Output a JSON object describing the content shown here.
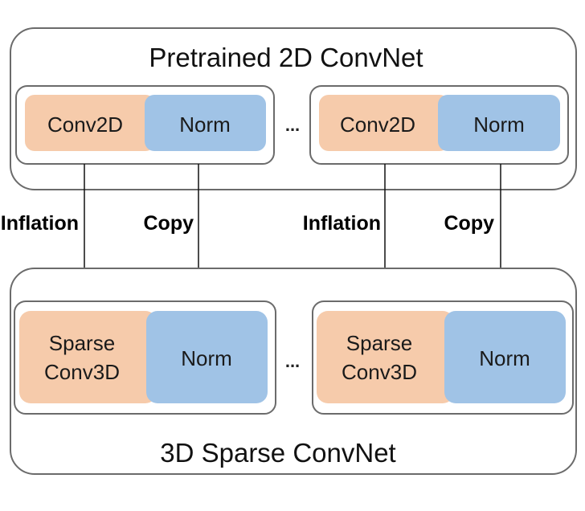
{
  "top_network": {
    "title": "Pretrained 2D ConvNet",
    "blocks": [
      {
        "conv_label": "Conv2D",
        "norm_label": "Norm"
      },
      {
        "conv_label": "Conv2D",
        "norm_label": "Norm"
      }
    ],
    "ellipsis": "..."
  },
  "bottom_network": {
    "title": "3D Sparse ConvNet",
    "blocks": [
      {
        "conv_label_line1": "Sparse",
        "conv_label_line2": "Conv3D",
        "norm_label": "Norm"
      },
      {
        "conv_label_line1": "Sparse",
        "conv_label_line2": "Conv3D",
        "norm_label": "Norm"
      }
    ],
    "ellipsis": "..."
  },
  "arrows": [
    {
      "label": "Inflation"
    },
    {
      "label": "Copy"
    },
    {
      "label": "Inflation"
    },
    {
      "label": "Copy"
    }
  ],
  "colors": {
    "conv": "#f6cbab",
    "norm": "#a0c3e6",
    "outline": "#6b6b6b",
    "arrow": "#111111"
  }
}
